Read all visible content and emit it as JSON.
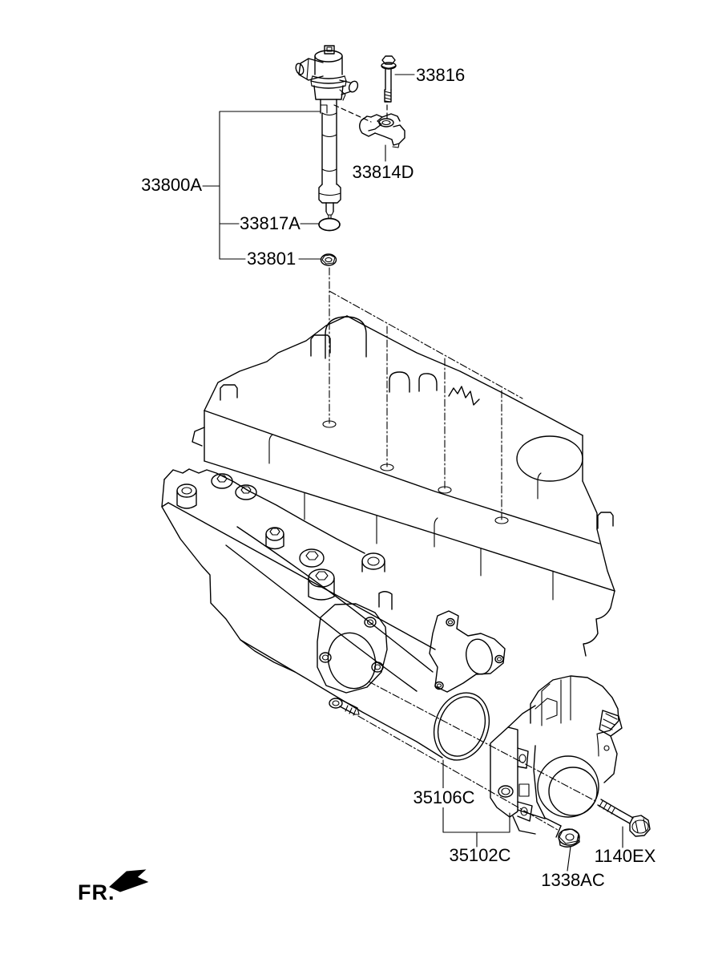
{
  "diagram": {
    "type": "engine-parts-diagram",
    "front_marker": "FR.",
    "parts": {
      "injector_assembly": "33800A",
      "injector_clamp_bolt": "33816",
      "injector_clamp": "33814D",
      "injector_oring": "33817A",
      "injector_seal": "33801",
      "throttle_gasket": "35106C",
      "throttle_body": "35102C",
      "throttle_nut": "1338AC",
      "throttle_bolt": "1140EX"
    },
    "colors": {
      "line": "#000000",
      "background": "#ffffff"
    }
  }
}
